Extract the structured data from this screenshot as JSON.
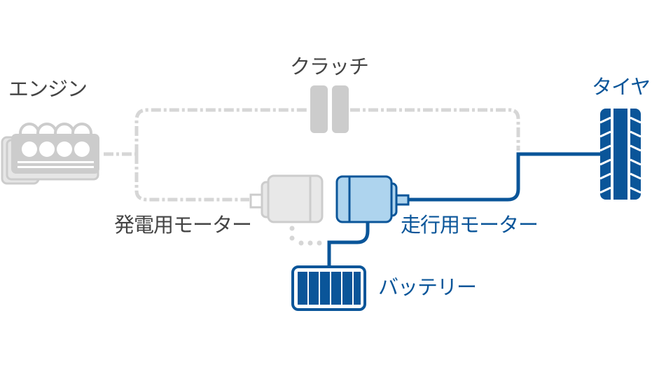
{
  "labels": {
    "engine": "エンジン",
    "clutch": "クラッチ",
    "tire": "タイヤ",
    "generator_motor": "発電用モーター",
    "drive_motor": "走行用モーター",
    "battery": "バッテリー"
  },
  "colors": {
    "active": "#0a5599",
    "active_fill": "#aed4ee",
    "inactive": "#cccccc",
    "inactive_fill": "#e8e8e8",
    "text_gray": "#444444"
  }
}
